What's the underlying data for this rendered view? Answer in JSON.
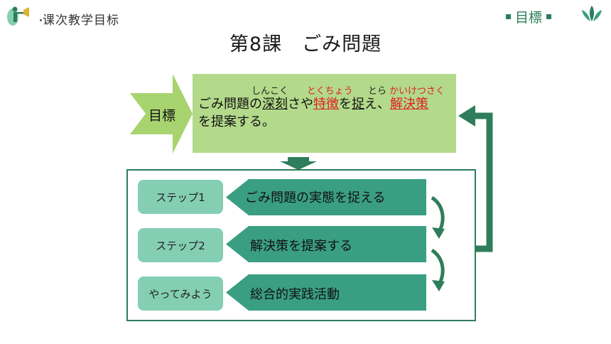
{
  "header": {
    "section_label": "课次教学目标",
    "badge_label": "目標"
  },
  "title": "第8課　ごみ問題",
  "goal": {
    "tag_label": "目標",
    "ruby": {
      "shinkoku": "しんこく",
      "tokuchou": "とくちょう",
      "tora": "とら",
      "kaiketsusaku": "かいけつさく"
    },
    "line1": {
      "p1": "ごみ問題の",
      "w1": "深刻",
      "p2": "さや",
      "w2": "特徴",
      "p3": "を",
      "w3": "捉",
      "p4": "え、",
      "w4": "解決策"
    },
    "line2": "を提案する。"
  },
  "steps": [
    {
      "label": "ステップ1",
      "text": "ごみ問題の実態を捉える"
    },
    {
      "label": "ステップ2",
      "text": "解決策を提案する"
    },
    {
      "label": "やってみよう",
      "text": "総合的実践活動"
    }
  ],
  "colors": {
    "dark_green": "#2e7d5b",
    "teal": "#3a9e83",
    "light_green": "#b3d98a",
    "pill": "#84cfb4",
    "chevron": "#a8d46f",
    "red": "#e02020"
  }
}
